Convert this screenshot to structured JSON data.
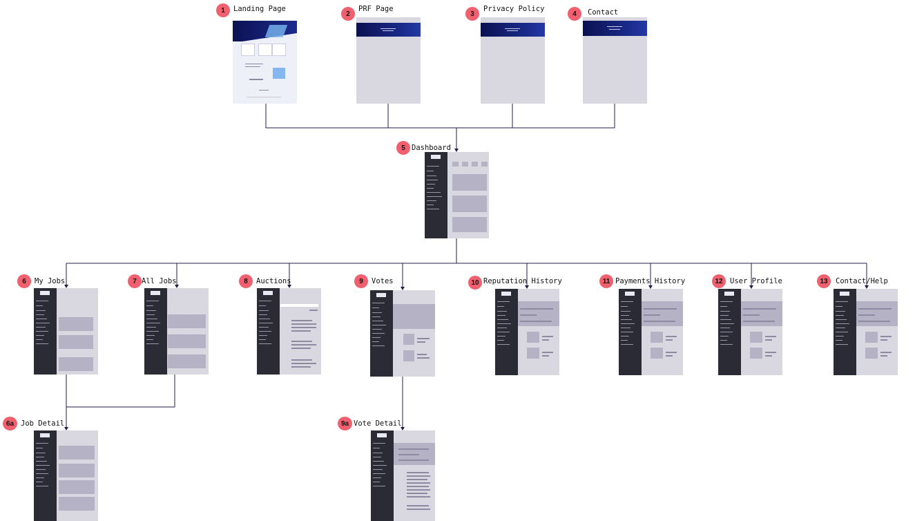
{
  "nodes": [
    {
      "id": "1",
      "num": "1",
      "label": "Landing Page"
    },
    {
      "id": "2",
      "num": "2",
      "label": "PRF Page"
    },
    {
      "id": "3",
      "num": "3",
      "label": "Privacy Policy"
    },
    {
      "id": "4",
      "num": "4",
      "label": "Contact"
    },
    {
      "id": "5",
      "num": "5",
      "label": "Dashboard"
    },
    {
      "id": "6",
      "num": "6",
      "label": "My Jobs"
    },
    {
      "id": "7",
      "num": "7",
      "label": "All Jobs"
    },
    {
      "id": "8",
      "num": "8",
      "label": "Auctions"
    },
    {
      "id": "9",
      "num": "9",
      "label": "Votes"
    },
    {
      "id": "10",
      "num": "10",
      "label": "Reputation History"
    },
    {
      "id": "11",
      "num": "11",
      "label": "Payments History"
    },
    {
      "id": "12",
      "num": "12",
      "label": "User Profile"
    },
    {
      "id": "13",
      "num": "13",
      "label": "Contact/Help"
    },
    {
      "id": "6a",
      "num": "6a",
      "label": "Job Detail"
    },
    {
      "id": "9a",
      "num": "9a",
      "label": "Vote Detail"
    }
  ],
  "edges": [
    {
      "from": "1",
      "to": "5"
    },
    {
      "from": "2",
      "to": "5"
    },
    {
      "from": "3",
      "to": "5"
    },
    {
      "from": "4",
      "to": "5"
    },
    {
      "from": "5",
      "to": "6"
    },
    {
      "from": "5",
      "to": "7"
    },
    {
      "from": "5",
      "to": "8"
    },
    {
      "from": "5",
      "to": "9"
    },
    {
      "from": "5",
      "to": "10"
    },
    {
      "from": "5",
      "to": "11"
    },
    {
      "from": "5",
      "to": "12"
    },
    {
      "from": "5",
      "to": "13"
    },
    {
      "from": "6",
      "to": "6a"
    },
    {
      "from": "7",
      "to": "6a"
    },
    {
      "from": "9",
      "to": "9a"
    }
  ],
  "colors": {
    "edge": "#1f1d4a",
    "badge": "#f0606e",
    "screen_bg": "#d9d8e1",
    "sidebar": "#2b2b36",
    "header": "#0b1150"
  }
}
